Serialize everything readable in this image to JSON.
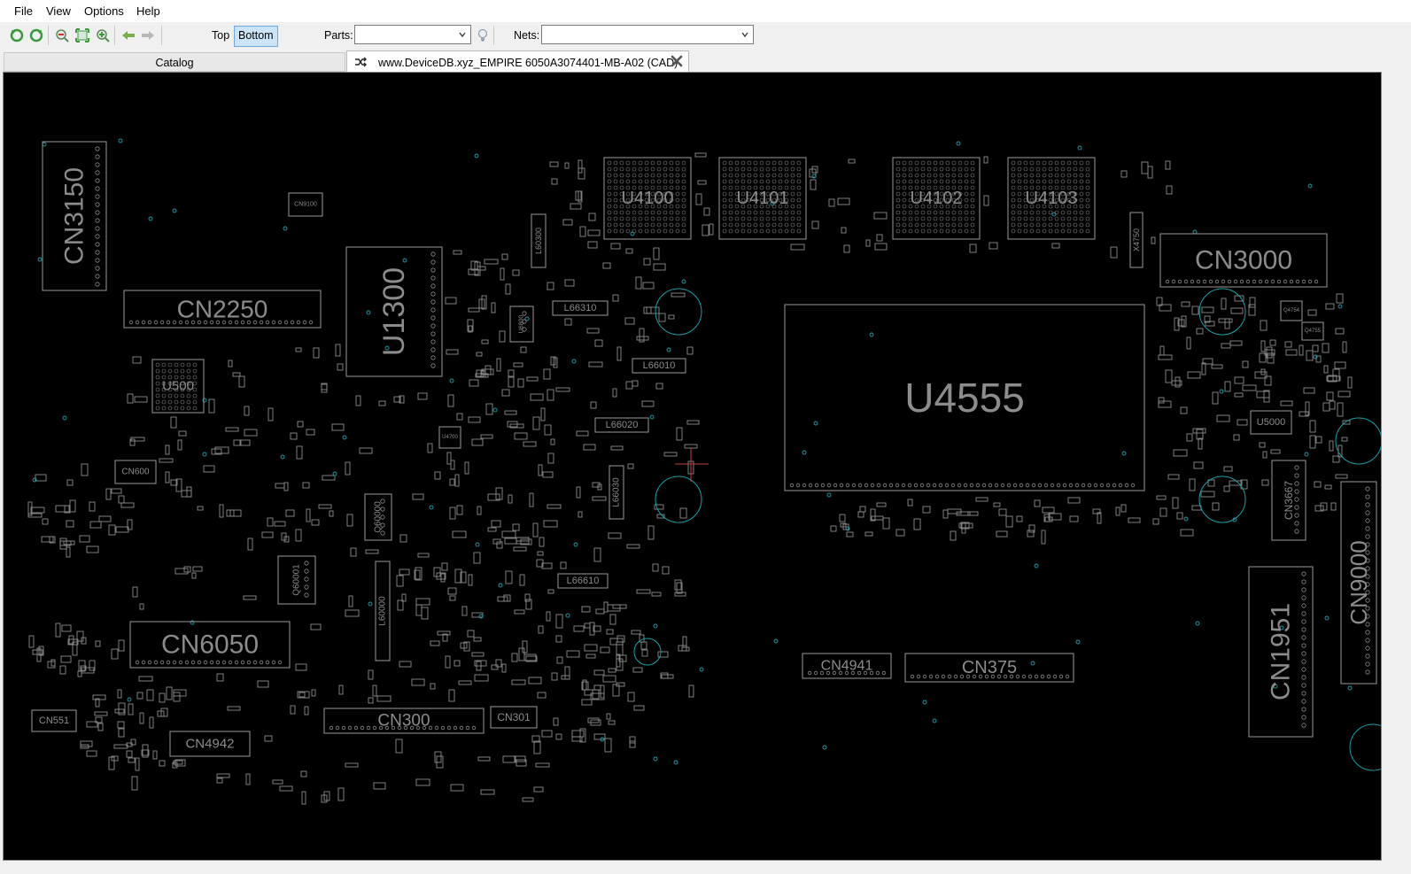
{
  "menu": {
    "file": "File",
    "view": "View",
    "options": "Options",
    "help": "Help"
  },
  "toolbar": {
    "icons": [
      "refresh-green-icon",
      "refresh-green-2-icon",
      "zoom-out-icon",
      "fit-icon",
      "zoom-in-icon",
      "back-arrow-icon",
      "forward-arrow-icon"
    ],
    "top_label": "Top",
    "bottom_label": "Bottom",
    "parts_label": "Parts:",
    "parts_value": "",
    "nets_label": "Nets:",
    "nets_value": "",
    "colors": {
      "active_toggle": "#cce4f7"
    }
  },
  "tabs": {
    "catalog": "Catalog",
    "document": "www.DeviceDB.xyz_EMPIRE 6050A3074401-MB-A02 (CAD)"
  },
  "board": {
    "background": "#000000",
    "outline_color": "#8c8c8c",
    "via_color": "#1aa0a8",
    "components": [
      "CN3150",
      "CN2250",
      "U1300",
      "U500",
      "CN600",
      "CN6050",
      "CN551",
      "CN4942",
      "CN300",
      "CN301",
      "U4100",
      "U4101",
      "U4102",
      "U4103",
      "CN3000",
      "X4750",
      "U4555",
      "U5000",
      "CN1951",
      "CN9000",
      "CN4941",
      "CN375",
      "L66310",
      "L66010",
      "L66020",
      "L66030",
      "L66610",
      "L60300",
      "L60000",
      "Q60000",
      "Q60001",
      "CN3667",
      "CN9100",
      "U6800",
      "U4700",
      "Q4754",
      "Q4755"
    ]
  }
}
